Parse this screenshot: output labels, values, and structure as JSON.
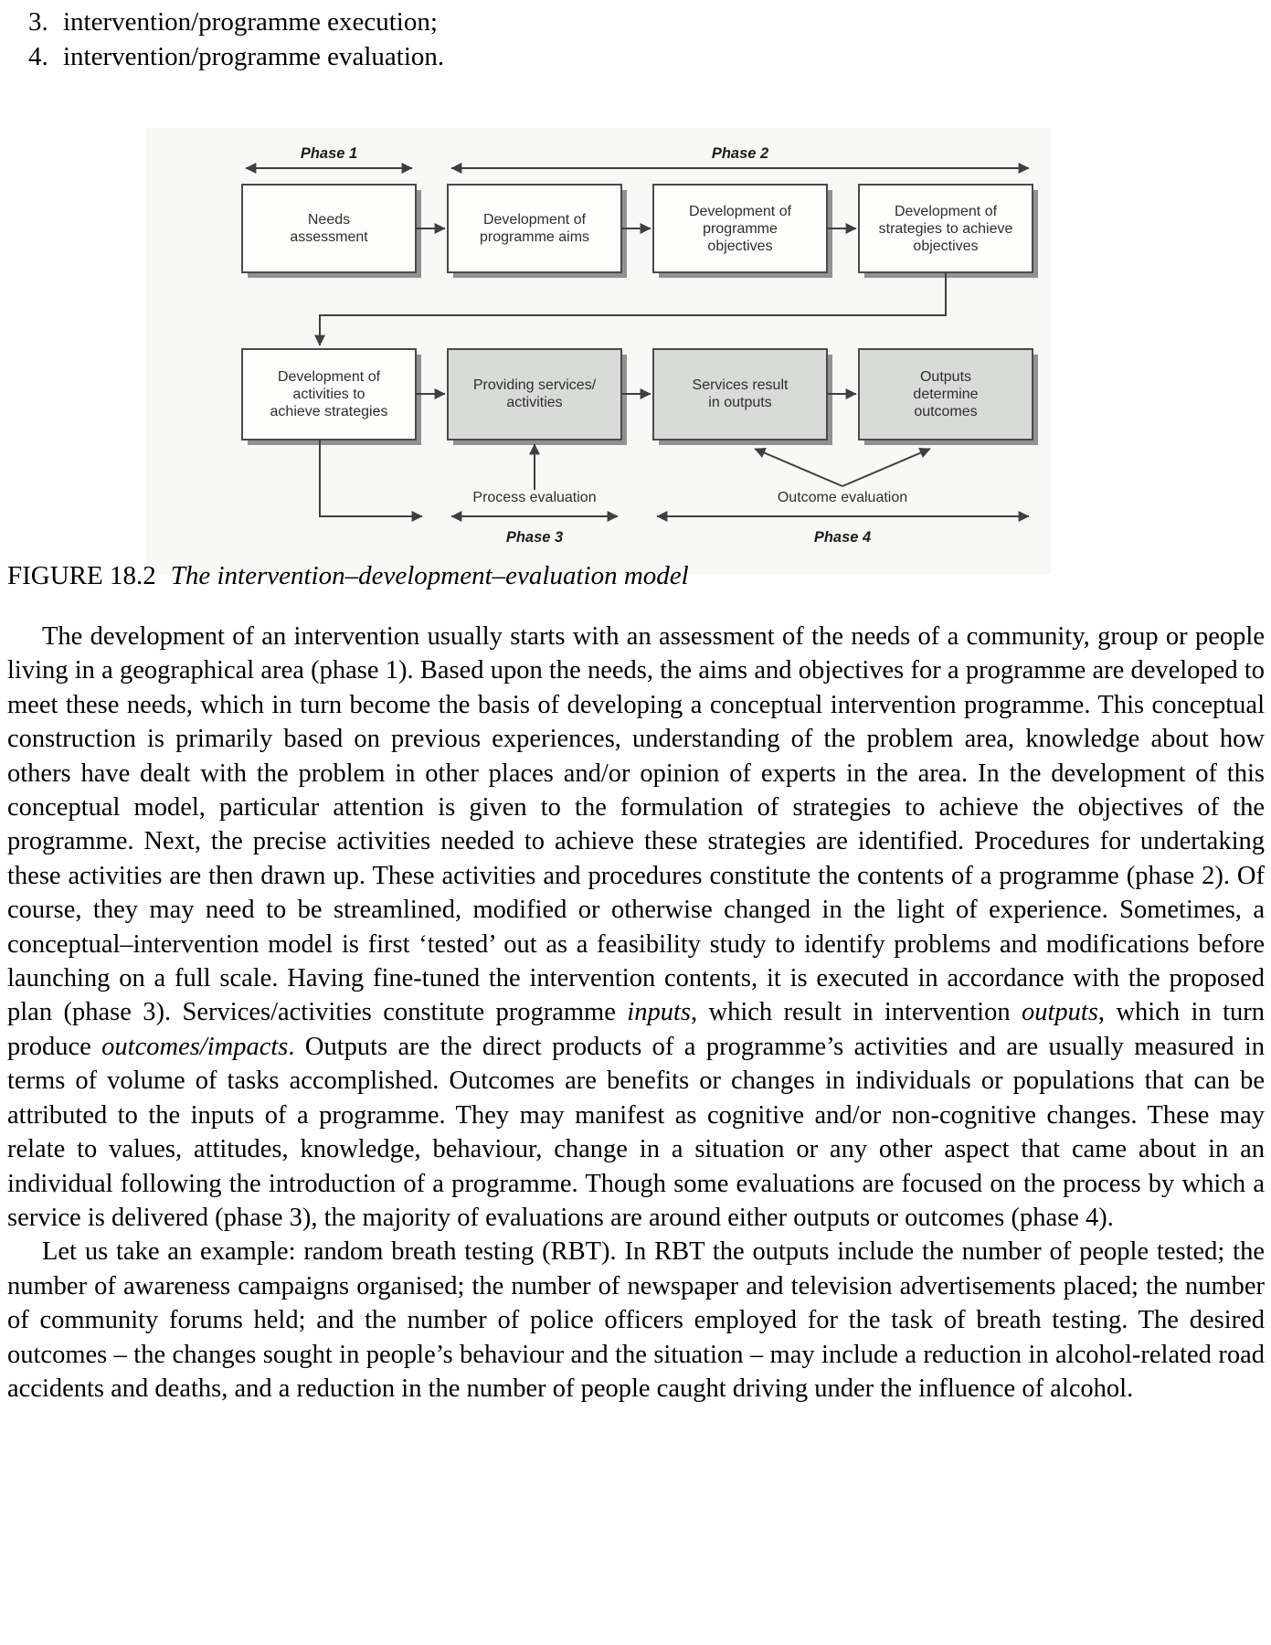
{
  "page": {
    "list_items": [
      {
        "number": "3.",
        "text": "intervention/programme execution;"
      },
      {
        "number": "4.",
        "text": "intervention/programme evaluation."
      }
    ],
    "caption": {
      "label": "FIGURE 18.2",
      "title": "The intervention–development–evaluation model"
    },
    "paragraph1": {
      "s1": "The development of an intervention usually starts with an assessment of the needs of a community, group or people living in a geographical area (phase 1). Based upon the needs, the aims and objectives for a programme are developed to meet these needs, which in turn become the basis of developing a conceptual intervention programme. This conceptual construction is primarily based on previous experiences, understanding of the problem area, knowledge about how others have dealt with the problem in other places and/or opinion of experts in the area. In the development of this conceptual model, particular attention is given to the formulation of strategies to achieve the objectives of the programme. Next, the precise activities needed to achieve these strategies are identified. Procedures for undertaking these activities are then drawn up. These activities and procedures constitute the contents of a programme (phase 2). Of course, they may need to be streamlined, modified or otherwise changed in the light of experience. Sometimes, a conceptual–intervention model is first ‘tested’ out as a feasibility study to identify problems and modifications before launching on a full scale. Having fine-tuned the intervention contents, it is executed in accordance with the proposed plan (phase 3). Services/activities constitute programme ",
      "inputs_italic": "inputs",
      "s2": ", which result in intervention ",
      "outputs_italic": "outputs",
      "s3": ", which in turn produce ",
      "outcomes_italic": "outcomes/impacts",
      "s4": ". Outputs are the direct products of a programme’s activities and are usually measured in terms of volume of tasks accomplished. Outcomes are benefits or changes in individuals or populations that can be attributed to the inputs of a programme. They may manifest as cognitive and/or non-cognitive changes. These may relate to values, attitudes, knowledge, behaviour, change in a situation or any other aspect that came about in an individual following the introduction of a programme. Though some evaluations are focused on the process by which a service is delivered (phase 3), the majority of evaluations are around either outputs or outcomes (phase 4)."
    },
    "paragraph2": "Let us take an example: random breath testing (RBT). In RBT the outputs include the number of people tested; the number of awareness campaigns organised; the number of newspaper and television advertisements placed; the number of community forums held; and the number of police officers employed for the task of breath testing. The desired outcomes – the changes sought in people’s behaviour and the situation – may include a reduction in alcohol-related road accidents and deaths, and a reduction in the number of people caught driving under the influence of alcohol."
  },
  "figure": {
    "phases": {
      "phase1": "Phase 1",
      "phase2": "Phase 2",
      "phase3": "Phase 3",
      "phase4": "Phase 4"
    },
    "labels": {
      "process_evaluation": "Process evaluation",
      "outcome_evaluation": "Outcome evaluation"
    },
    "boxes": [
      {
        "id": "needs-assessment",
        "style": "white",
        "lines": [
          "Needs",
          "assessment"
        ]
      },
      {
        "id": "development-of-programme-aims",
        "style": "white",
        "lines": [
          "Development of",
          "programme aims"
        ]
      },
      {
        "id": "development-of-programme-objectives",
        "style": "white",
        "lines": [
          "Development of",
          "programme",
          "objectives"
        ]
      },
      {
        "id": "development-of-strategies",
        "style": "white",
        "lines": [
          "Development of",
          "strategies to achieve",
          "objectives"
        ]
      },
      {
        "id": "development-of-activities",
        "style": "white",
        "lines": [
          "Development of",
          "activities to",
          "achieve strategies"
        ]
      },
      {
        "id": "providing-services",
        "style": "grey",
        "lines": [
          "Providing services/",
          "activities"
        ]
      },
      {
        "id": "services-result-in-outputs",
        "style": "grey",
        "lines": [
          "Services result",
          "in outputs"
        ]
      },
      {
        "id": "outputs-determine-outcomes",
        "style": "grey",
        "lines": [
          "Outputs",
          "determine",
          "outcomes"
        ]
      }
    ],
    "colors": {
      "box_white": "#fdfdfc",
      "box_grey": "#d9dbd9",
      "box_border": "#4a4a4a",
      "box_shadow": "#919191",
      "line": "#3f3f3f",
      "figure_background": "#f8f8f6",
      "body_text": "#000000"
    }
  }
}
